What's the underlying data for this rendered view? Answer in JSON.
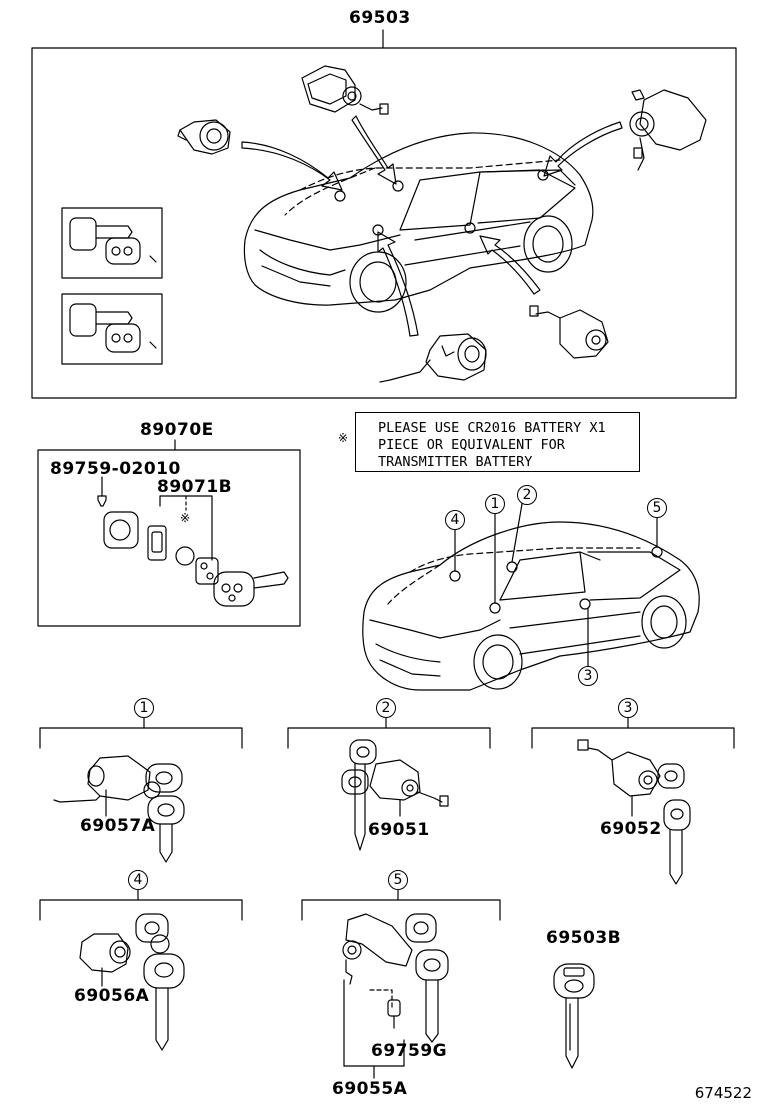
{
  "top_group_label": "69503",
  "transmitter_group_label": "89070E",
  "screw_label": "89759-02010",
  "case_label": "89071B",
  "note": {
    "marker": "※",
    "line1": "PLEASE USE CR2016 BATTERY X1",
    "line2": "PIECE OR EQUIVALENT FOR",
    "line3": "TRANSMITTER BATTERY"
  },
  "small_star": "※",
  "location_numbers": {
    "n1": "1",
    "n2": "2",
    "n3": "3",
    "n4": "4",
    "n5": "5"
  },
  "section_numbers": {
    "s1": "1",
    "s2": "2",
    "s3": "3",
    "s4": "4",
    "s5": "5"
  },
  "parts": {
    "p69057A": "69057A",
    "p69051": "69051",
    "p69052": "69052",
    "p69056A": "69056A",
    "p69759G": "69759G",
    "p69055A": "69055A",
    "p69503B": "69503B"
  },
  "footer_code": "674522"
}
